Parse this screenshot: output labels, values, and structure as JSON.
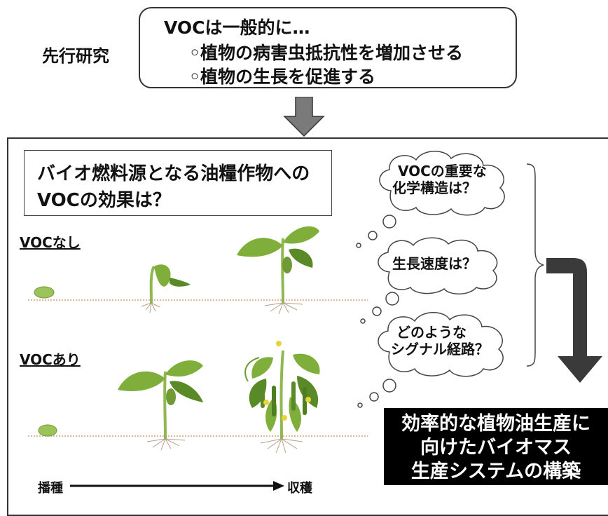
{
  "header": {
    "label": "先行研究",
    "summary_lines": [
      "VOCは一般的に…",
      "◦植物の病害虫抵抗性を増加させる",
      "◦植物の生長を促進する"
    ]
  },
  "question_box": {
    "lines": [
      "バイオ燃料源となる油糧作物への",
      "VOCの効果は？"
    ]
  },
  "rows": {
    "without_voc": "VOCなし",
    "with_voc": "VOCあり"
  },
  "thought_clouds": [
    {
      "lines": [
        "VOCの重要な",
        "化学構造は？"
      ]
    },
    {
      "lines": [
        "生長速度は？"
      ]
    },
    {
      "lines": [
        "どのような",
        "シグナル経路？"
      ]
    }
  ],
  "goal": {
    "lines": [
      "効率的な植物油生産に",
      "向けたバイオマス",
      "生産システムの構築"
    ]
  },
  "timeline": {
    "start": "播種",
    "end": "収穫"
  },
  "colors": {
    "leaf": "#7fae3a",
    "leaf_dark": "#5a8a27",
    "seed": "#9cc25a",
    "soil_line": "#d9a07a",
    "arrow_gray": "#7a7a7a",
    "arrow_dark": "#3a3a3a",
    "flower": "#e9d23a"
  }
}
